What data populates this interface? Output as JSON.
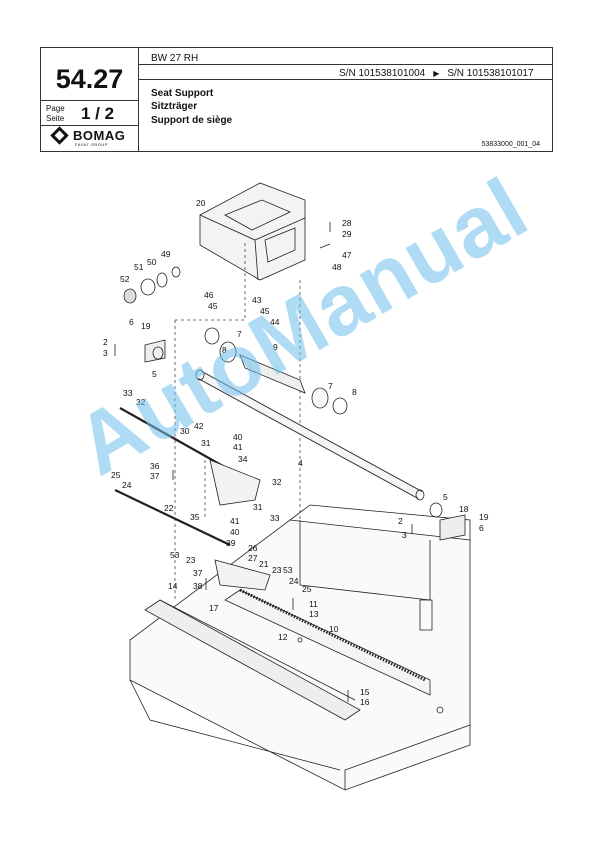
{
  "header": {
    "page_number": "54.27",
    "page_label_en": "Page",
    "page_label_de": "Seite",
    "page_fraction": "1 / 2",
    "brand": "BOMAG",
    "brand_sub": "FAYAT GROUP",
    "model": "BW 27 RH",
    "serial_from": "S/N 101538101004",
    "serial_to": "S/N 101538101017",
    "title_en": "Seat Support",
    "title_de": "Sitzträger",
    "title_fr": "Support de siège",
    "doc_number": "53833000_001_04"
  },
  "watermark": "AutoManual",
  "callouts": [
    "2",
    "3",
    "4",
    "5",
    "6",
    "7",
    "8",
    "9",
    "10",
    "11",
    "12",
    "13",
    "14",
    "15",
    "16",
    "17",
    "18",
    "19",
    "20",
    "21",
    "22",
    "23",
    "24",
    "25",
    "26",
    "27",
    "28",
    "29",
    "30",
    "31",
    "32",
    "33",
    "34",
    "35",
    "36",
    "37",
    "38",
    "39",
    "40",
    "41",
    "42",
    "43",
    "44",
    "45",
    "46",
    "47",
    "48",
    "49",
    "50",
    "51",
    "52",
    "53"
  ]
}
